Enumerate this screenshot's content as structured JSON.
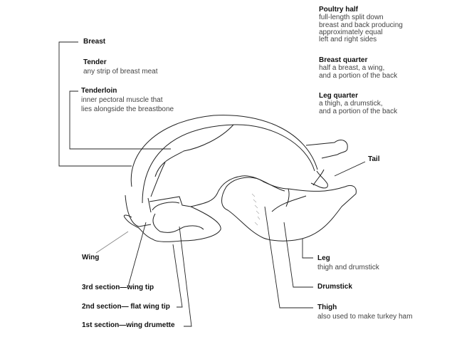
{
  "title": "Turkey cuts diagram",
  "labels": {
    "breast": {
      "name": "Breast"
    },
    "tender": {
      "name": "Tender",
      "desc": "any strip of breast meat"
    },
    "tenderloin": {
      "name": "Tenderloin",
      "desc1": "inner pectoral muscle that",
      "desc2": "lies alongside the breastbone"
    },
    "poultry_half": {
      "name": "Poultry half",
      "desc1": "full-length split down",
      "desc2": "breast and back producing",
      "desc3": "approximately equal",
      "desc4": "left and right sides"
    },
    "breast_quarter": {
      "name": "Breast quarter",
      "desc1": "half a breast, a wing,",
      "desc2": "and a portion of the back"
    },
    "leg_quarter": {
      "name": "Leg quarter",
      "desc1": "a thigh, a drumstick,",
      "desc2": "and a portion of the back"
    },
    "tail": {
      "name": "Tail"
    },
    "wing": {
      "name": "Wing"
    },
    "wing3": {
      "name": "3rd section—wing tip"
    },
    "wing2": {
      "name": "2nd section— flat wing tip"
    },
    "wing1": {
      "name": "1st section—wing drumette"
    },
    "leg": {
      "name": "Leg",
      "desc": "thigh and drumstick"
    },
    "drumstick": {
      "name": "Drumstick"
    },
    "thigh": {
      "name": "Thigh",
      "desc": "also used to make turkey ham"
    }
  }
}
